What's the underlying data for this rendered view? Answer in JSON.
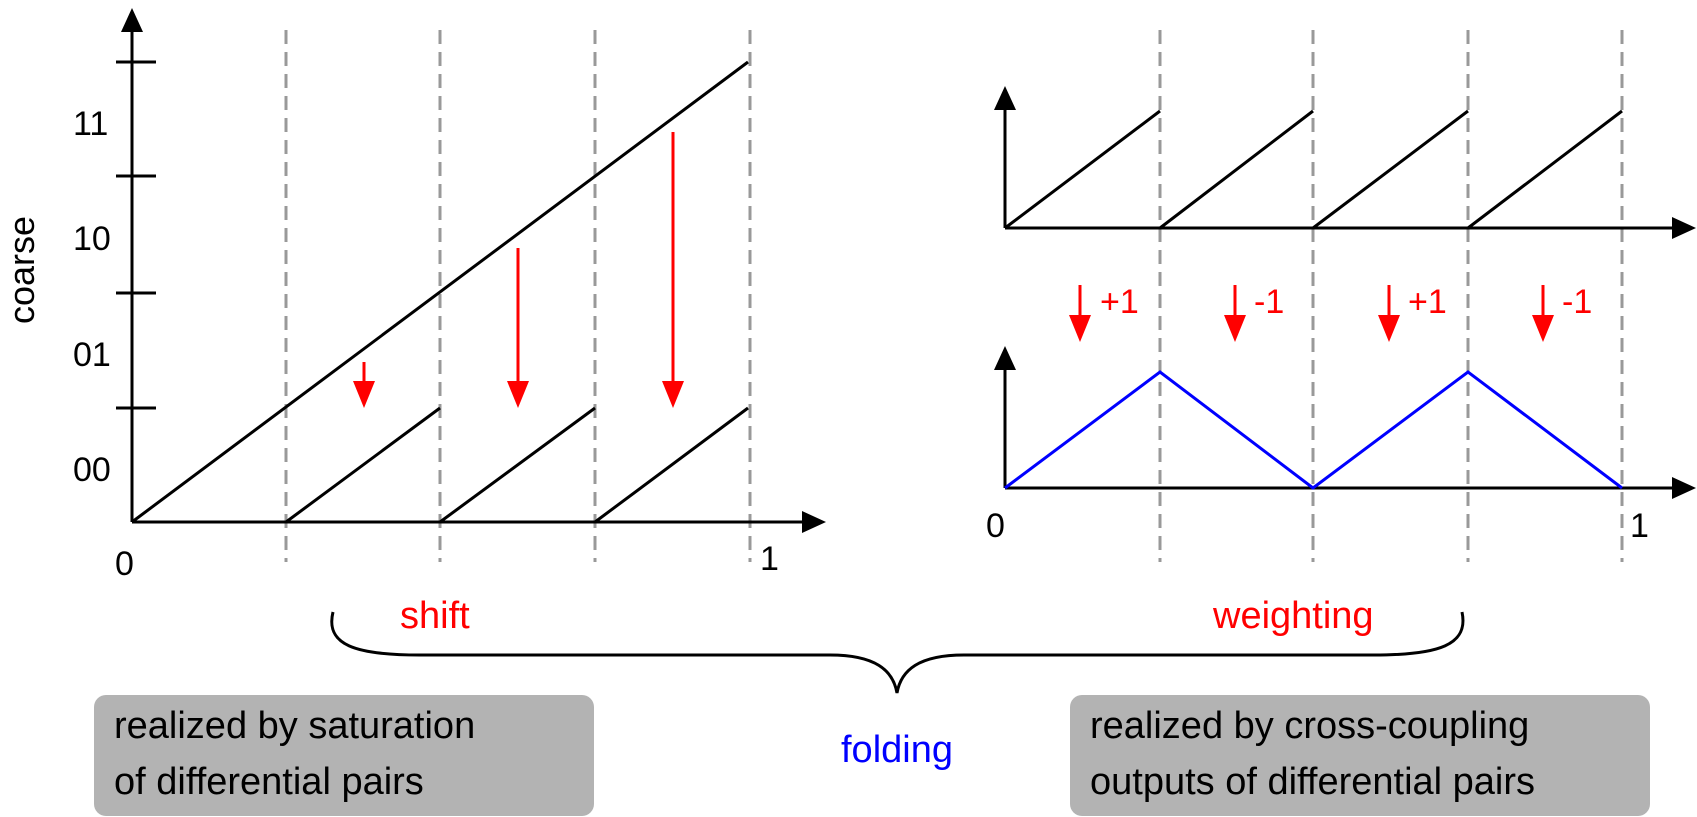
{
  "left_plot": {
    "ylabel": "coarse",
    "y_ticks": [
      "00",
      "01",
      "10",
      "11"
    ],
    "x_origin_label": "0",
    "x_end_label": "1"
  },
  "right_plot": {
    "x_origin_label": "0",
    "x_end_label": "1",
    "weights": [
      "+1",
      "-1",
      "+1",
      "-1"
    ]
  },
  "labels": {
    "shift": "shift",
    "weighting": "weighting",
    "folding": "folding"
  },
  "boxes": {
    "left": {
      "line1": "realized by saturation",
      "line2": "of differential pairs"
    },
    "right": {
      "line1": "realized by cross-coupling",
      "line2": "outputs of differential pairs"
    }
  },
  "colors": {
    "axis": "#000000",
    "arrow": "#ff0000",
    "accent_text": "#ff0000",
    "folding_text": "#0000ff",
    "triangle": "#0000ff",
    "dashed": "#999999",
    "box_fill": "#b3b3b3"
  }
}
